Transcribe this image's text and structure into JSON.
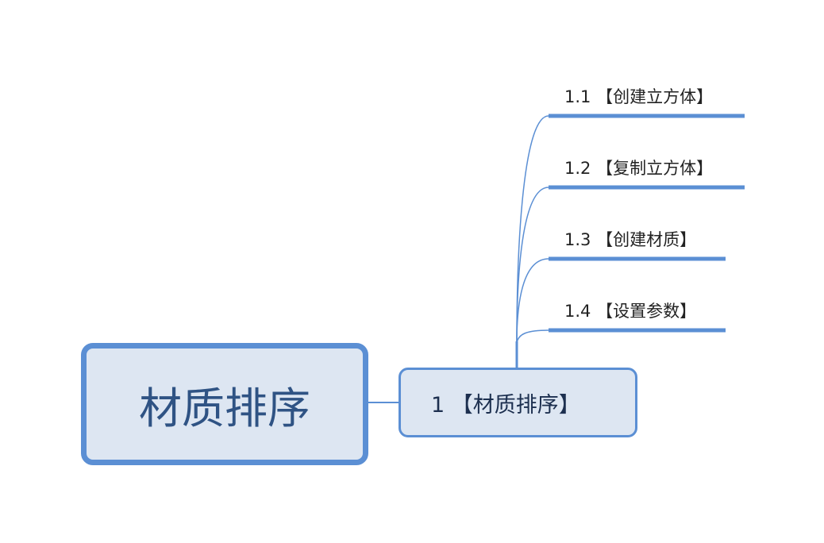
{
  "root": {
    "label": "材质排序"
  },
  "child": {
    "label": "1 【材质排序】"
  },
  "leaves": [
    {
      "label": "1.1 【创建立方体】"
    },
    {
      "label": "1.2 【复制立方体】"
    },
    {
      "label": "1.3 【创建材质】"
    },
    {
      "label": "1.4 【设置参数】"
    }
  ],
  "colors": {
    "accent": "#5b8fd4",
    "fill": "#dde6f2"
  }
}
